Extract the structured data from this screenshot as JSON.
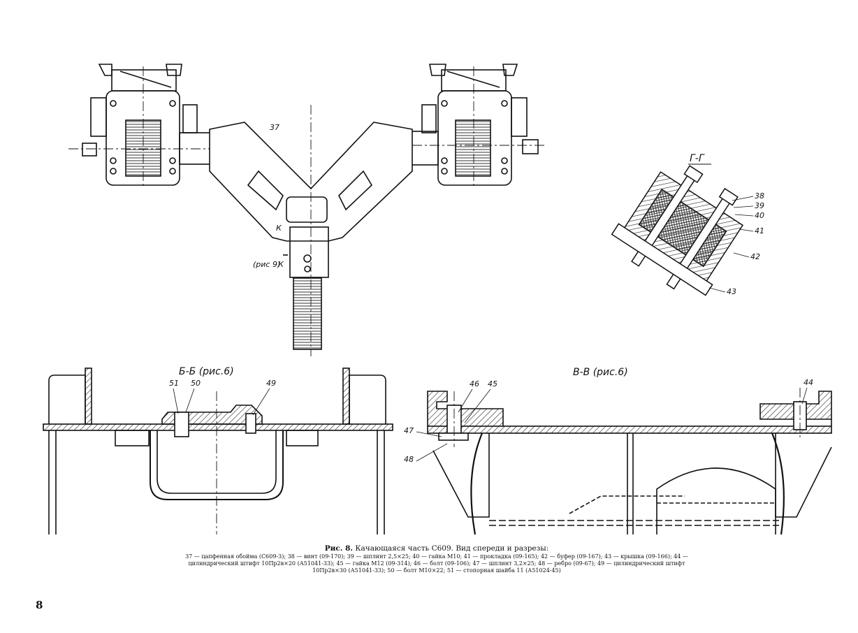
{
  "labels": {
    "part_37": "37",
    "part_38": "38",
    "part_39": "39",
    "part_40": "40",
    "part_41": "41",
    "part_42": "42",
    "part_43": "43",
    "part_44": "44",
    "part_45": "45",
    "part_46": "46",
    "part_47": "47",
    "part_48": "48",
    "part_49": "49",
    "part_50": "50",
    "part_51": "51",
    "mark_k_1": "К",
    "mark_k_2": "К",
    "ref_fig9": "(рис 9)",
    "section_gg": "Г-Г",
    "section_bb": "Б-Б (рис.6)",
    "section_vv": "В-В (рис.6)"
  },
  "caption": {
    "title_prefix": "Рис. 8.",
    "title_text": "Качающаяся часть С609. Вид спереди и разрезы:",
    "line1": "37 — цапфенная обойма (С609-3); 38 — винт (09-170); 39 — шплинт 2,5×25; 40 — гайка М10; 41 — прокладка (09-165); 42 — буфер (09-167); 43 — крышка (09-166); 44 —",
    "line2": "цилиндрический штифт 10Пр2в×20 (А51041-33); 45 — гайка М12 (09-314); 46 — болт (09-106); 47 — шплинт 3,2×25; 48 — ребро (09-67); 49 — цилиндрический штифт",
    "line3": "10Пр2в×30 (А51041-33); 50 — болт М10×22; 51 — стопорная шайба 11 (А51024-45)"
  },
  "page_number": "8"
}
